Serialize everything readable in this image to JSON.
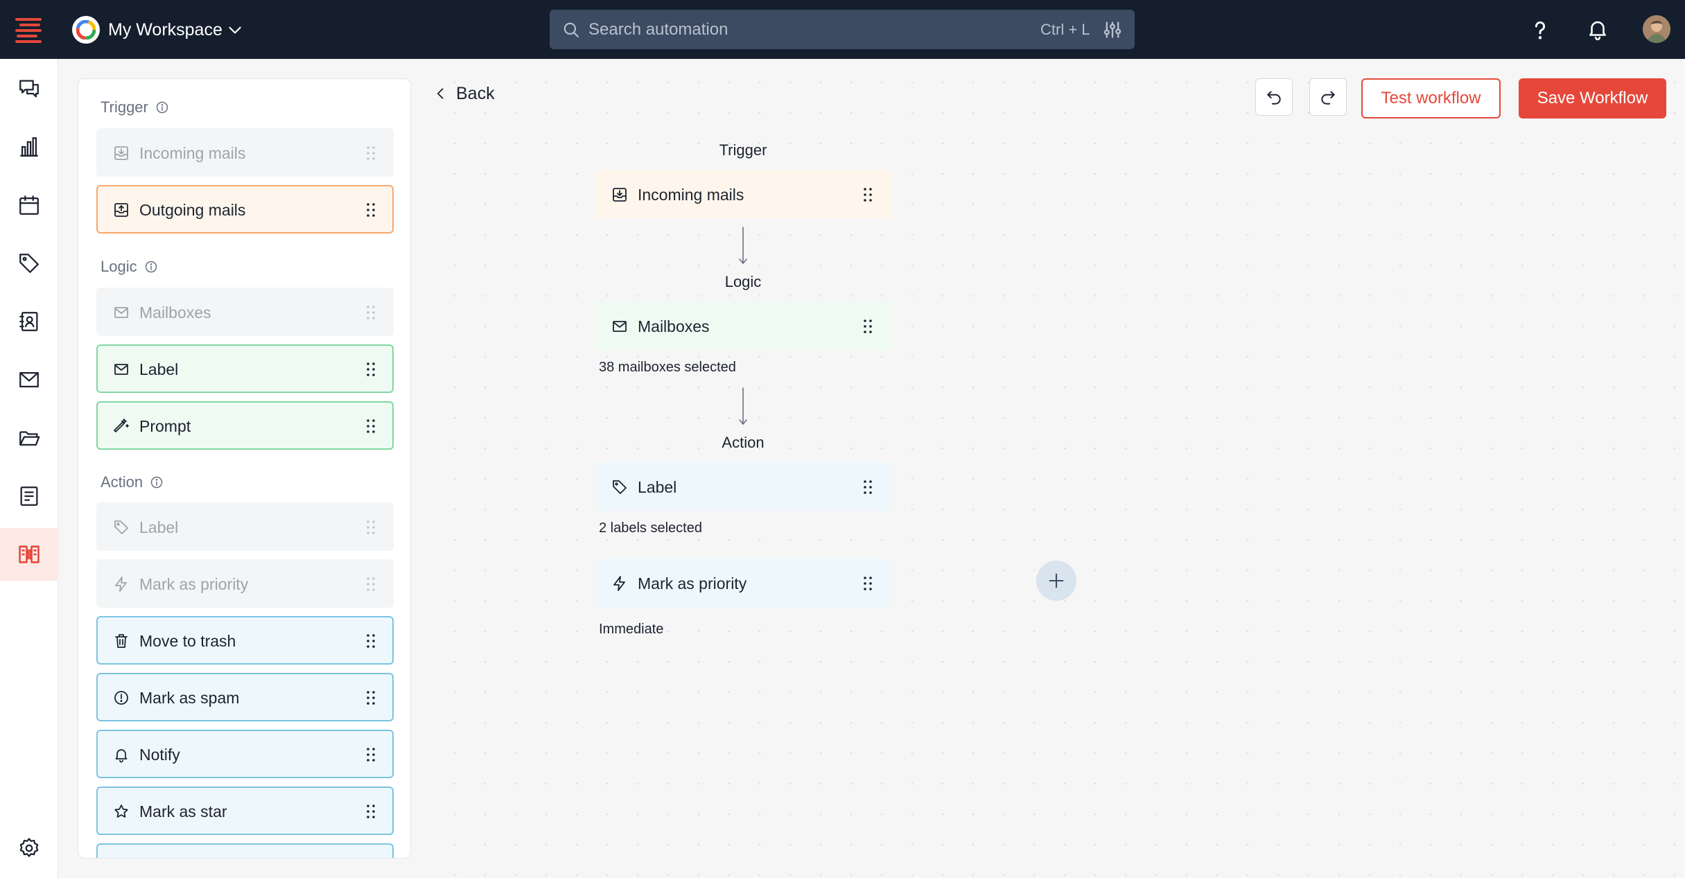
{
  "topbar": {
    "workspace_name": "My Workspace",
    "search_placeholder": "Search automation",
    "search_shortcut": "Ctrl + L"
  },
  "rail": {
    "items": [
      "chat-icon",
      "analytics-icon",
      "calendar-icon",
      "tag-icon",
      "contacts-icon",
      "mail-icon",
      "folder-icon",
      "notes-icon",
      "automation-icon"
    ],
    "active_item": "automation-icon",
    "bottom_item": "settings-icon"
  },
  "palette": {
    "trigger_heading": "Trigger",
    "trigger_items": [
      {
        "label": "Incoming mails",
        "state": "disabled"
      },
      {
        "label": "Outgoing mails",
        "state": "active"
      }
    ],
    "logic_heading": "Logic",
    "logic_items": [
      {
        "label": "Mailboxes",
        "state": "disabled"
      },
      {
        "label": "Label",
        "state": "active"
      },
      {
        "label": "Prompt",
        "state": "active"
      }
    ],
    "action_heading": "Action",
    "action_items": [
      {
        "label": "Label",
        "state": "disabled"
      },
      {
        "label": "Mark as priority",
        "state": "disabled"
      },
      {
        "label": "Move to trash",
        "state": "active"
      },
      {
        "label": "Mark as spam",
        "state": "active"
      },
      {
        "label": "Notify",
        "state": "active"
      },
      {
        "label": "Mark as star",
        "state": "active"
      }
    ]
  },
  "toolbar": {
    "back_label": "Back",
    "test_label": "Test workflow",
    "save_label": "Save Workflow"
  },
  "flow": {
    "trigger_heading": "Trigger",
    "trigger_card": "Incoming mails",
    "logic_heading": "Logic",
    "logic_card": "Mailboxes",
    "logic_note": "38 mailboxes selected",
    "action_heading": "Action",
    "action_card_1": "Label",
    "action_note_1": "2 labels selected",
    "action_card_2": "Mark as priority",
    "action_note_2": "Immediate"
  },
  "colors": {
    "accent": "#e5483a",
    "topbar": "#141e2d",
    "trigger_border": "#f5a86b",
    "logic_border": "#7fd6a1",
    "action_border": "#7cc3e2"
  }
}
